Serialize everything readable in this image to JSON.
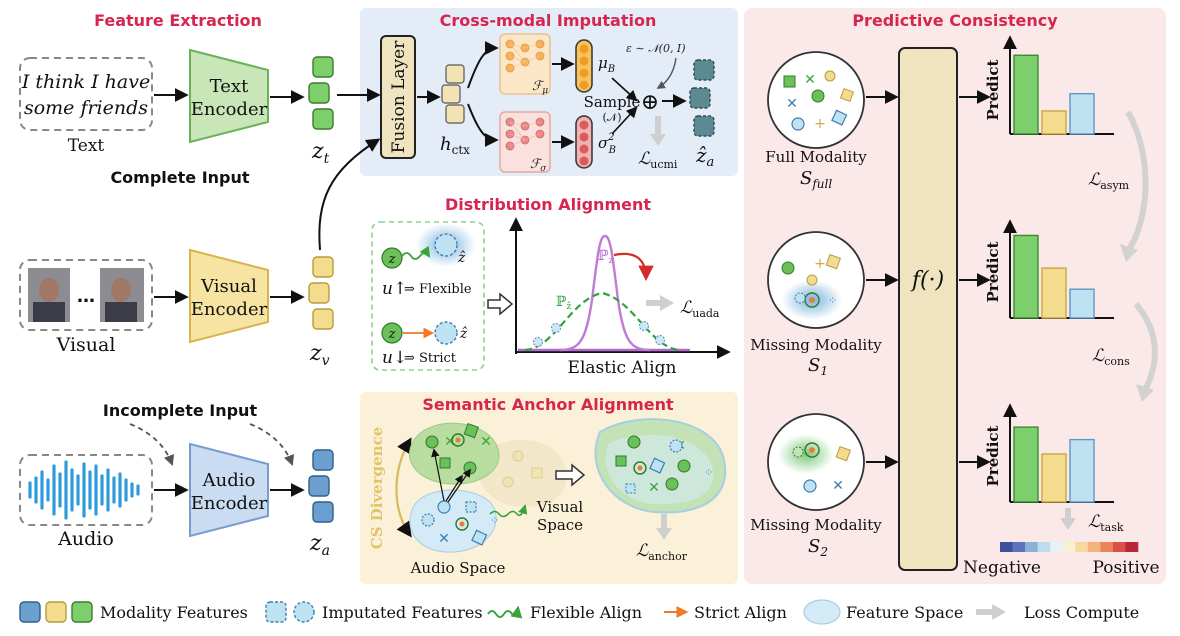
{
  "sections": {
    "feature_extraction": "Feature Extraction",
    "cross_modal": "Cross-modal Imputation",
    "distribution": "Distribution Alignment",
    "semantic": "Semantic Anchor Alignment",
    "predictive": "Predictive Consistency"
  },
  "inputs": {
    "text_quote_line1": "I think I have",
    "text_quote_line2": "some friends",
    "text_label": "Text",
    "visual_label": "Visual",
    "audio_label": "Audio",
    "complete_input": "Complete Input",
    "incomplete_input": "Incomplete Input",
    "ellipsis": "…"
  },
  "encoders": {
    "text_line1": "Text",
    "text_line2": "Encoder",
    "visual_line1": "Visual",
    "visual_line2": "Encoder",
    "audio_line1": "Audio",
    "audio_line2": "Encoder"
  },
  "features": {
    "zt_base": "z",
    "zt_sub": "t",
    "zv_base": "z",
    "zv_sub": "v",
    "za_base": "z",
    "za_sub": "a"
  },
  "imputation": {
    "fusion": "Fusion Layer",
    "hctx_base": "h",
    "hctx_sub": "ctx",
    "f_mu": "μ",
    "f_sigma": "σ",
    "mu_b_base": "μ",
    "mu_b_sub": "B",
    "sigma_b_base": "σ",
    "sigma_b_sup": "2",
    "sigma_b_sub": "B",
    "eps": "ε ∼ 𝒩(0, I)",
    "sample": "Sample",
    "sample_n": "(𝒩)",
    "oplus": "⊕",
    "loss_base": "ℒ",
    "loss_sub": "ucmi",
    "za_hat_base": "ẑ",
    "za_hat_sub": "a"
  },
  "distribution": {
    "z": "z",
    "z_hat": "ẑ",
    "u_up": "u↑",
    "flexible": "⇒ Flexible",
    "u_down": "u↓",
    "strict": "⇒ Strict",
    "pz": "ℙ",
    "pz_sub": "z",
    "pzhat": "ℙ",
    "pzhat_sub": "ẑ",
    "loss_base": "ℒ",
    "loss_sub": "uada",
    "elastic": "Elastic Align"
  },
  "semantic": {
    "cs_divergence": "CS Divergence",
    "visual_space_line1": "Visual",
    "visual_space_line2": "Space",
    "audio_space": "Audio Space",
    "loss_base": "ℒ",
    "loss_sub": "anchor"
  },
  "predictive": {
    "full_modality": "Full Modality",
    "s_full_base": "S",
    "s_full_sub": "full",
    "missing1": "Missing Modality",
    "s1_base": "S",
    "s1_sub": "1",
    "missing2": "Missing Modality",
    "s2_base": "S",
    "s2_sub": "2",
    "f": "f(·)",
    "predict": "Predict",
    "l_asym_base": "ℒ",
    "l_asym_sub": "asym",
    "l_cons_base": "ℒ",
    "l_cons_sub": "cons",
    "l_task_base": "ℒ",
    "l_task_sub": "task",
    "negative": "Negative",
    "positive": "Positive"
  },
  "chart_data": [
    {
      "type": "bar",
      "categories": [
        "green",
        "yellow",
        "blue"
      ],
      "values": [
        0.82,
        0.24,
        0.42
      ],
      "ylabel": "Predict"
    },
    {
      "type": "bar",
      "categories": [
        "green",
        "yellow",
        "blue"
      ],
      "values": [
        0.86,
        0.52,
        0.3
      ],
      "ylabel": "Predict"
    },
    {
      "type": "bar",
      "categories": [
        "green",
        "yellow",
        "blue"
      ],
      "values": [
        0.78,
        0.5,
        0.65
      ],
      "ylabel": "Predict"
    }
  ],
  "legend": {
    "modality": "Modality Features",
    "imputated": "Imputated Features",
    "flexible": "Flexible Align",
    "strict": "Strict Align",
    "space": "Feature Space",
    "loss": "Loss Compute"
  },
  "colors": {
    "green": "#7ccf6a",
    "yellow": "#f3dc8e",
    "blue": "#a9d3ea",
    "teal": "#5d8a92",
    "red_title": "#d6264f"
  },
  "scale_colors": [
    "#3e4f9c",
    "#5b73b8",
    "#8bb0d9",
    "#bfdcec",
    "#e7f2f5",
    "#f8f1cf",
    "#f7d9a0",
    "#f3b37b",
    "#ea845d",
    "#d85345",
    "#b8273b"
  ]
}
